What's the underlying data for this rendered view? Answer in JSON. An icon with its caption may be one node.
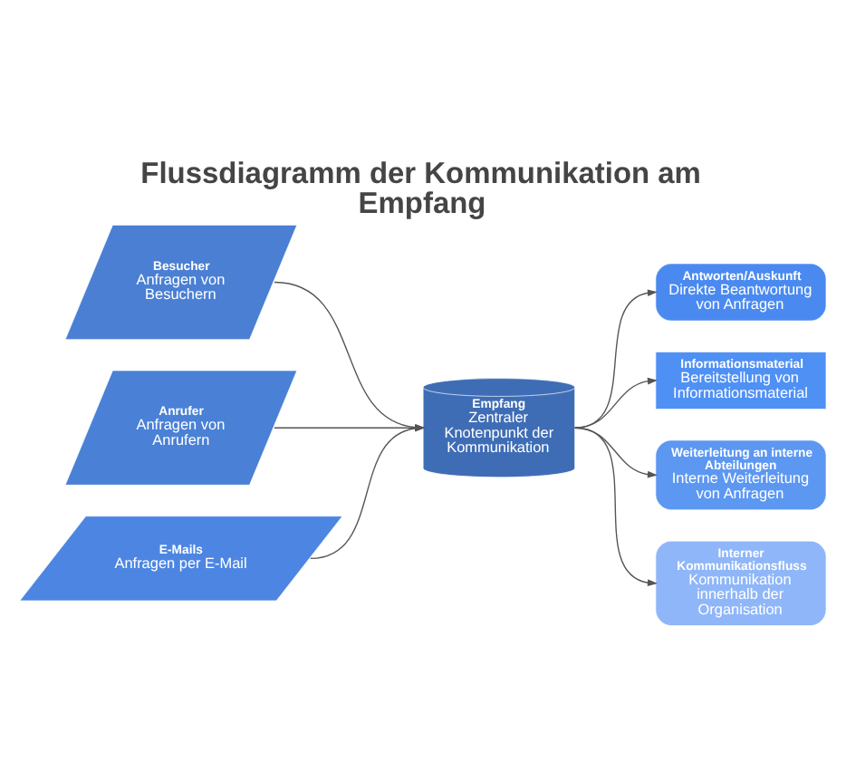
{
  "diagram": {
    "title": "Flussdiagramm der Kommunikation am Empfang",
    "nodes": [
      {
        "text": [
          "Besucher",
          "Anfragen von Besuchern"
        ]
      },
      {
        "text": [
          "Anrufer",
          "Anfragen von Anrufern"
        ]
      },
      {
        "text": [
          "E-Mails",
          "Anfragen per E-Mail"
        ]
      },
      {
        "text": [
          "Empfang",
          "Zentraler Knotenpunkt der Kommunikation"
        ]
      },
      {
        "text": [
          "Antworten/Auskunft",
          "Direkte Beantwortung von Anfragen"
        ]
      },
      {
        "text": [
          "Informationsmaterial",
          "Bereitstellung von Informationsmaterial"
        ]
      },
      {
        "text": [
          "Weiterleitung an interne Abteilungen",
          "Interne Weiterleitung von Anfragen"
        ]
      },
      {
        "text": [
          "Interner Kommunikationsfluss",
          "Kommunikation innerhalb der Organisation"
        ]
      }
    ],
    "edges": [
      {
        "from": 0,
        "to": 3,
        "arrow": "to"
      },
      {
        "from": 1,
        "to": 3,
        "arrow": "to"
      },
      {
        "from": 2,
        "to": 3,
        "arrow": "to"
      },
      {
        "from": 3,
        "to": 4,
        "arrow": "to"
      },
      {
        "from": 3,
        "to": 5,
        "arrow": "to"
      },
      {
        "from": 3,
        "to": 6,
        "arrow": "to"
      },
      {
        "from": 3,
        "to": 7,
        "arrow": "to"
      }
    ]
  }
}
